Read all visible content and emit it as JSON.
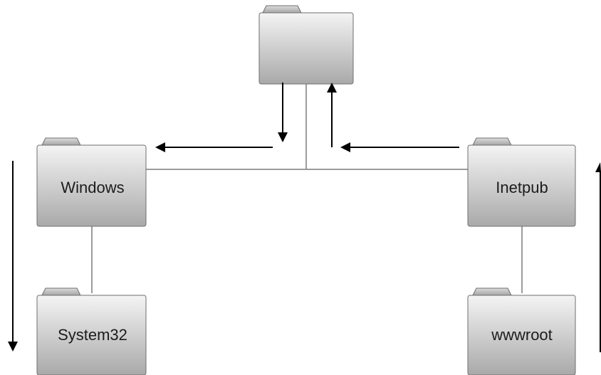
{
  "diagram": {
    "folders": {
      "root": {
        "label": ""
      },
      "windows": {
        "label": "Windows"
      },
      "system32": {
        "label": "System32"
      },
      "inetpub": {
        "label": "Inetpub"
      },
      "wwwroot": {
        "label": "wwwroot"
      }
    },
    "colors": {
      "folder_light": "#f4f4f4",
      "folder_dark": "#a9a9a9",
      "connector": "#7a7a7a",
      "arrow": "#000000"
    }
  }
}
